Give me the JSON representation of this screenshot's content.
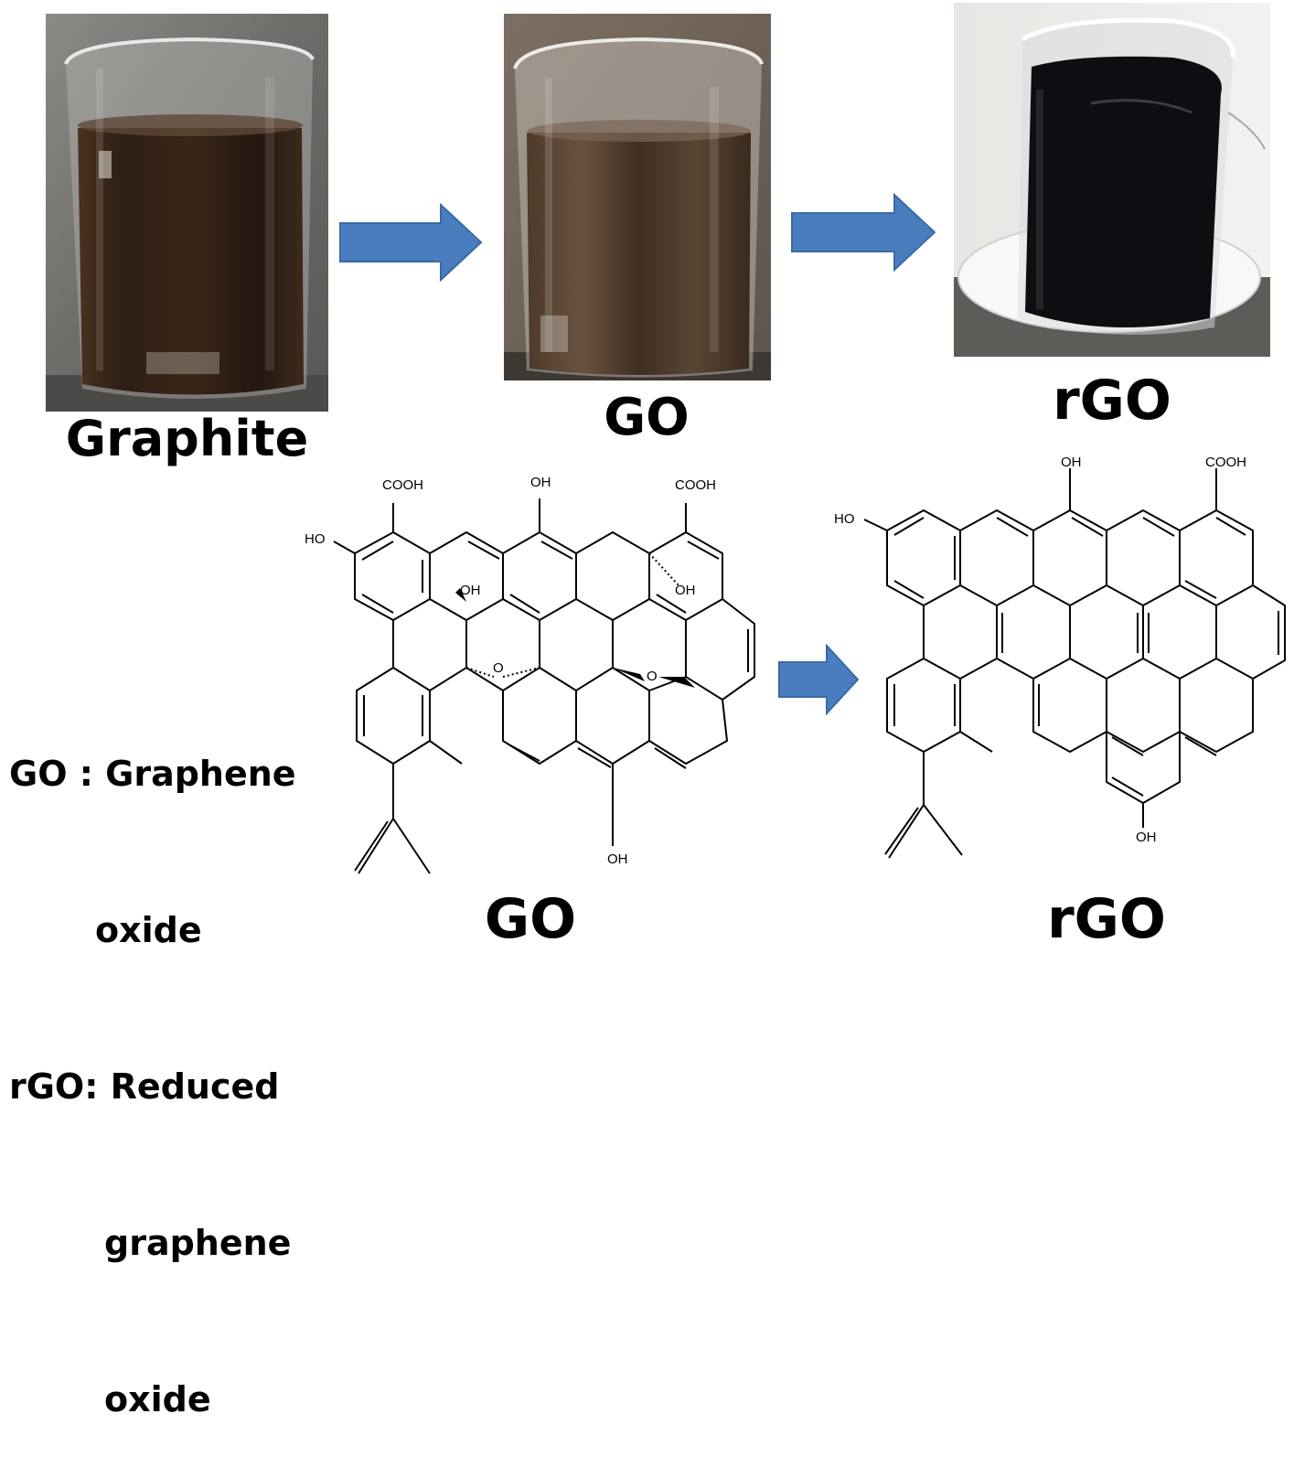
{
  "captions": {
    "graphite": "Graphite",
    "go_photo": "GO",
    "rgo_photo": "rGO",
    "go_structure": "GO",
    "rgo_structure": "rGO"
  },
  "legend": {
    "line1": "GO : Graphene",
    "line2": "oxide",
    "line3": "rGO: Reduced",
    "line4": "graphene",
    "line5": "oxide"
  },
  "go_structure": {
    "labels": {
      "cooh_left": "COOH",
      "oh_top": "OH",
      "cooh_right": "COOH",
      "ho_left": "HO",
      "oh_wedge": "OH",
      "oh_hash": "OH",
      "epoxy_left": "O",
      "epoxy_right": "O",
      "oh_bottom": "OH"
    }
  },
  "rgo_structure": {
    "labels": {
      "oh_top": "OH",
      "cooh": "COOH",
      "ho_left": "HO",
      "oh_bottom": "OH"
    }
  },
  "colors": {
    "arrow": "#4a7dbf",
    "arrow_edge": "#3a6aa6",
    "liquid_graphite": "#2f1f15",
    "liquid_go": "#3b2a1e",
    "liquid_rgo": "#0b0b10"
  }
}
